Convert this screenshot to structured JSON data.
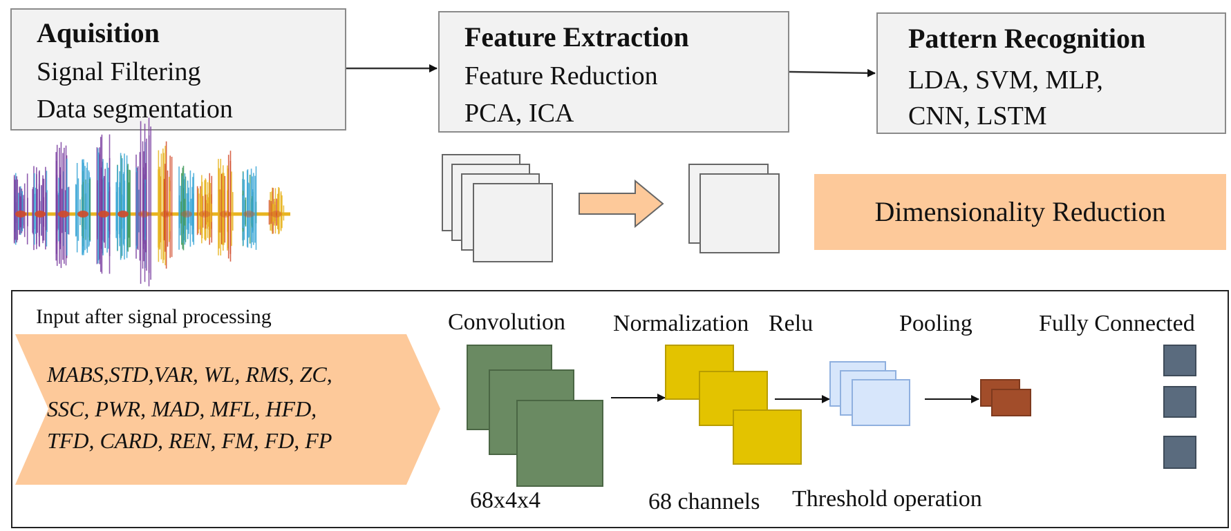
{
  "stages": [
    {
      "title": "Aquisition",
      "lines": [
        "Signal Filtering",
        "Data segmentation"
      ]
    },
    {
      "title": "Feature Extraction",
      "lines": [
        "Feature Reduction",
        "PCA, ICA"
      ]
    },
    {
      "title": "Pattern Recognition",
      "lines": [
        "LDA, SVM, MLP,",
        "CNN, LSTM"
      ]
    }
  ],
  "dimensionality_reduction": "Dimensionality Reduction",
  "cnn": {
    "input_label": "Input after signal processing",
    "features": [
      "MABS,STD,VAR, WL, RMS, ZC,",
      "SSC, PWR, MAD, MFL, HFD,",
      "TFD, CARD, REN, FM, FD, FP"
    ],
    "convolution": "Convolution",
    "normalization": "Normalization",
    "relu": "Relu",
    "pooling": "Pooling",
    "fully_connected": "Fully Connected",
    "conv_size": "68x4x4",
    "channels": "68 channels",
    "threshold": "Threshold operation"
  },
  "colors": {
    "stage_fill": "#f2f2f2",
    "stage_border": "#8a8a8a",
    "accent_orange": "#fdc99a",
    "conv_green": "#6a8a62",
    "norm_yellow": "#e3c300",
    "relu_blue": "#d7e6fb",
    "pool_brown": "#a24d2a",
    "fc_slate": "#5a6b7e",
    "signal_colors": [
      "#7b3fa0",
      "#e8b420",
      "#3aa6d6",
      "#d24a2a",
      "#3f9a5a"
    ]
  }
}
